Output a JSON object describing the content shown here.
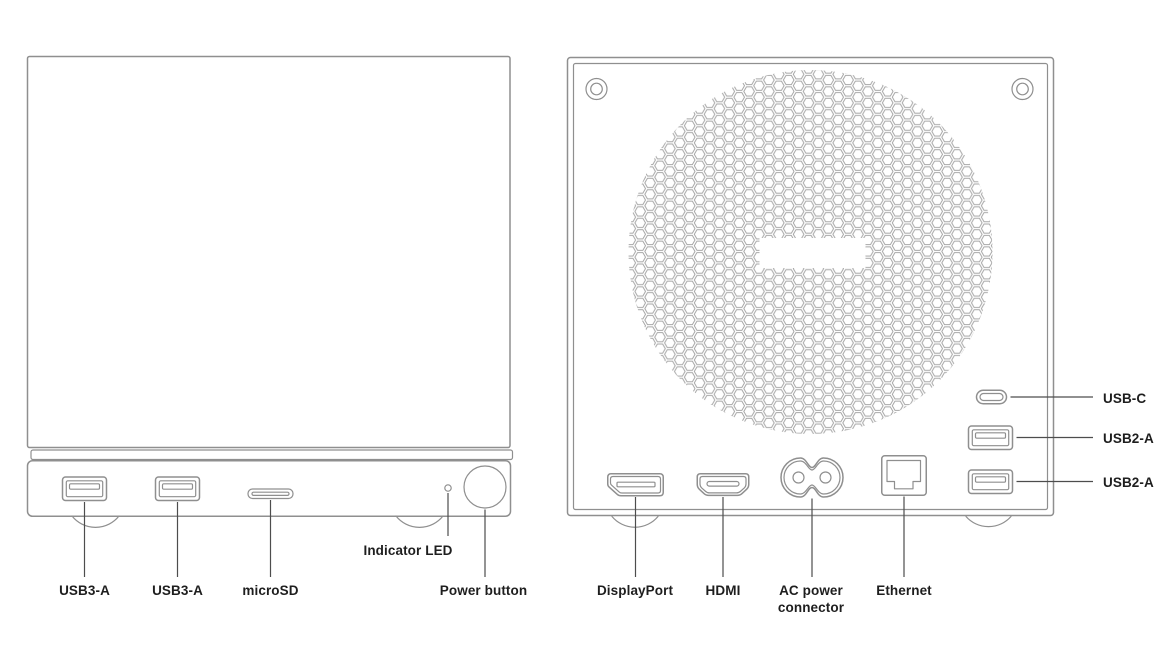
{
  "colors": {
    "background": "#ffffff",
    "outline": "#8f8f8f",
    "honeycomb": "#a6a6a6",
    "leader_line": "#4d4d4d",
    "label_text": "#1e1e1e"
  },
  "front_view": {
    "labels": {
      "usb3_a_1": "USB3-A",
      "usb3_a_2": "USB3-A",
      "microsd": "microSD",
      "indicator_led": "Indicator LED",
      "power_button": "Power button"
    }
  },
  "back_view": {
    "labels": {
      "displayport": "DisplayPort",
      "hdmi": "HDMI",
      "ac_power_line1": "AC power",
      "ac_power_line2": "connector",
      "ethernet": "Ethernet",
      "usb_c": "USB-C",
      "usb2_a_1": "USB2-A",
      "usb2_a_2": "USB2-A"
    }
  }
}
